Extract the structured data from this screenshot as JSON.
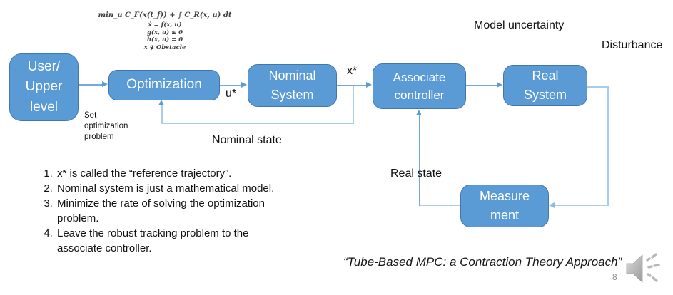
{
  "slide": {
    "page_number": "8",
    "quote": "“Tube-Based MPC: a Contraction Theory Approach”"
  },
  "formula": {
    "lines": [
      "min_u C_F(x(t_f)) + ∫ C_R(x, u) dt",
      "ẋ = f(x, u)",
      "g(x, u) ≤ 0",
      "h(x, u) = 0",
      "x ∉ Obstacle"
    ]
  },
  "diagram": {
    "blocks": {
      "user": "User/\nUpper\nlevel",
      "optimization": "Optimization",
      "nominal": "Nominal\nSystem",
      "associate": "Associate\ncontroller",
      "real": "Real\nSystem",
      "measurement": "Measure\nment"
    },
    "labels": {
      "set_problem": "Set\noptimization\nproblem",
      "u_star": "u*",
      "x_star": "x*",
      "nominal_state": "Nominal state",
      "model_uncertainty": "Model uncertainty",
      "disturbance": "Disturbance",
      "real_state": "Real state"
    },
    "colors": {
      "block_fill": "#5B9BD5",
      "block_border": "#4476AE",
      "connector": "#74A9DB",
      "connector_light": "#A9CCEB",
      "block_text": "#FFFFFF"
    },
    "icons": {
      "speaker": "audio-speaker-icon"
    }
  },
  "notes": {
    "items": [
      "x* is called the “reference trajectory”.",
      "Nominal system is just a mathematical model.",
      "Minimize the rate of solving the optimization problem.",
      "Leave the robust tracking problem to the associate controller."
    ]
  }
}
